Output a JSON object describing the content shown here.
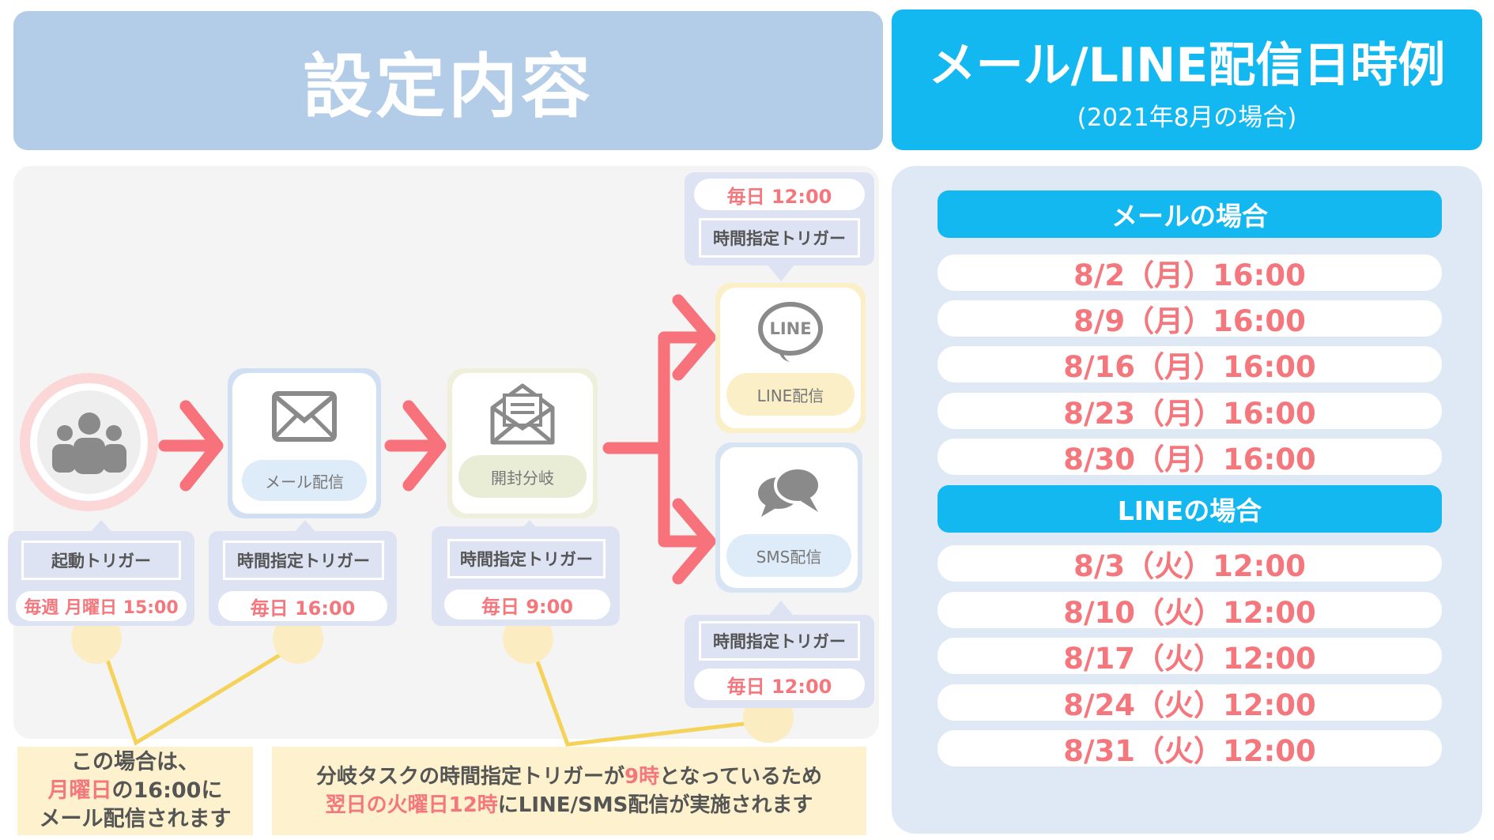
{
  "header": {
    "left_title": "設定内容",
    "right_title": "メール/LINE配信日時例",
    "right_subtitle": "(2021年8月の場合)"
  },
  "flow": {
    "start": {
      "label": "起動トリガー",
      "time": "毎週 月曜日 15:00"
    },
    "mail": {
      "pill": "メール配信",
      "label": "時間指定トリガー",
      "time": "毎日 16:00"
    },
    "branch": {
      "pill": "開封分岐",
      "label": "時間指定トリガー",
      "time": "毎日 9:00"
    },
    "line": {
      "logo_text": "LINE",
      "pill": "LINE配信",
      "label": "時間指定トリガー",
      "time": "毎日 12:00"
    },
    "sms": {
      "pill": "SMS配信",
      "label": "時間指定トリガー",
      "time": "毎日 12:00"
    }
  },
  "notes": {
    "left": {
      "line1": "この場合は、",
      "line2_red": "月曜日",
      "line2_rest": "の16:00に",
      "line3": "メール配信されます"
    },
    "right": {
      "line1_a": "分岐タスクの時間指定トリガーが",
      "line1_red": "9時",
      "line1_b": "となっているため",
      "line2_red": "翌日の火曜日12時",
      "line2_b": "にLINE/SMS配信が実施されます"
    }
  },
  "schedule": {
    "mail_caption": "メールの場合",
    "mail_dates": [
      "8/2（月）16:00",
      "8/9（月）16:00",
      "8/16（月）16:00",
      "8/23（月）16:00",
      "8/30（月）16:00"
    ],
    "line_caption": "LINEの場合",
    "line_dates": [
      "8/3（火）12:00",
      "8/10（火）12:00",
      "8/17（火）12:00",
      "8/24（火）12:00",
      "8/31（火）12:00"
    ]
  },
  "icons": {
    "start": "users-icon",
    "mail": "envelope-icon",
    "branch": "open-envelope-icon",
    "line": "line-bubble-icon",
    "sms": "chat-bubbles-icon"
  },
  "colors": {
    "accent_blue": "#12b8ef",
    "header_left": "#b3cde8",
    "highlight_red": "#f4777d",
    "arrow": "#f7727a",
    "connector": "#f5d35a"
  }
}
